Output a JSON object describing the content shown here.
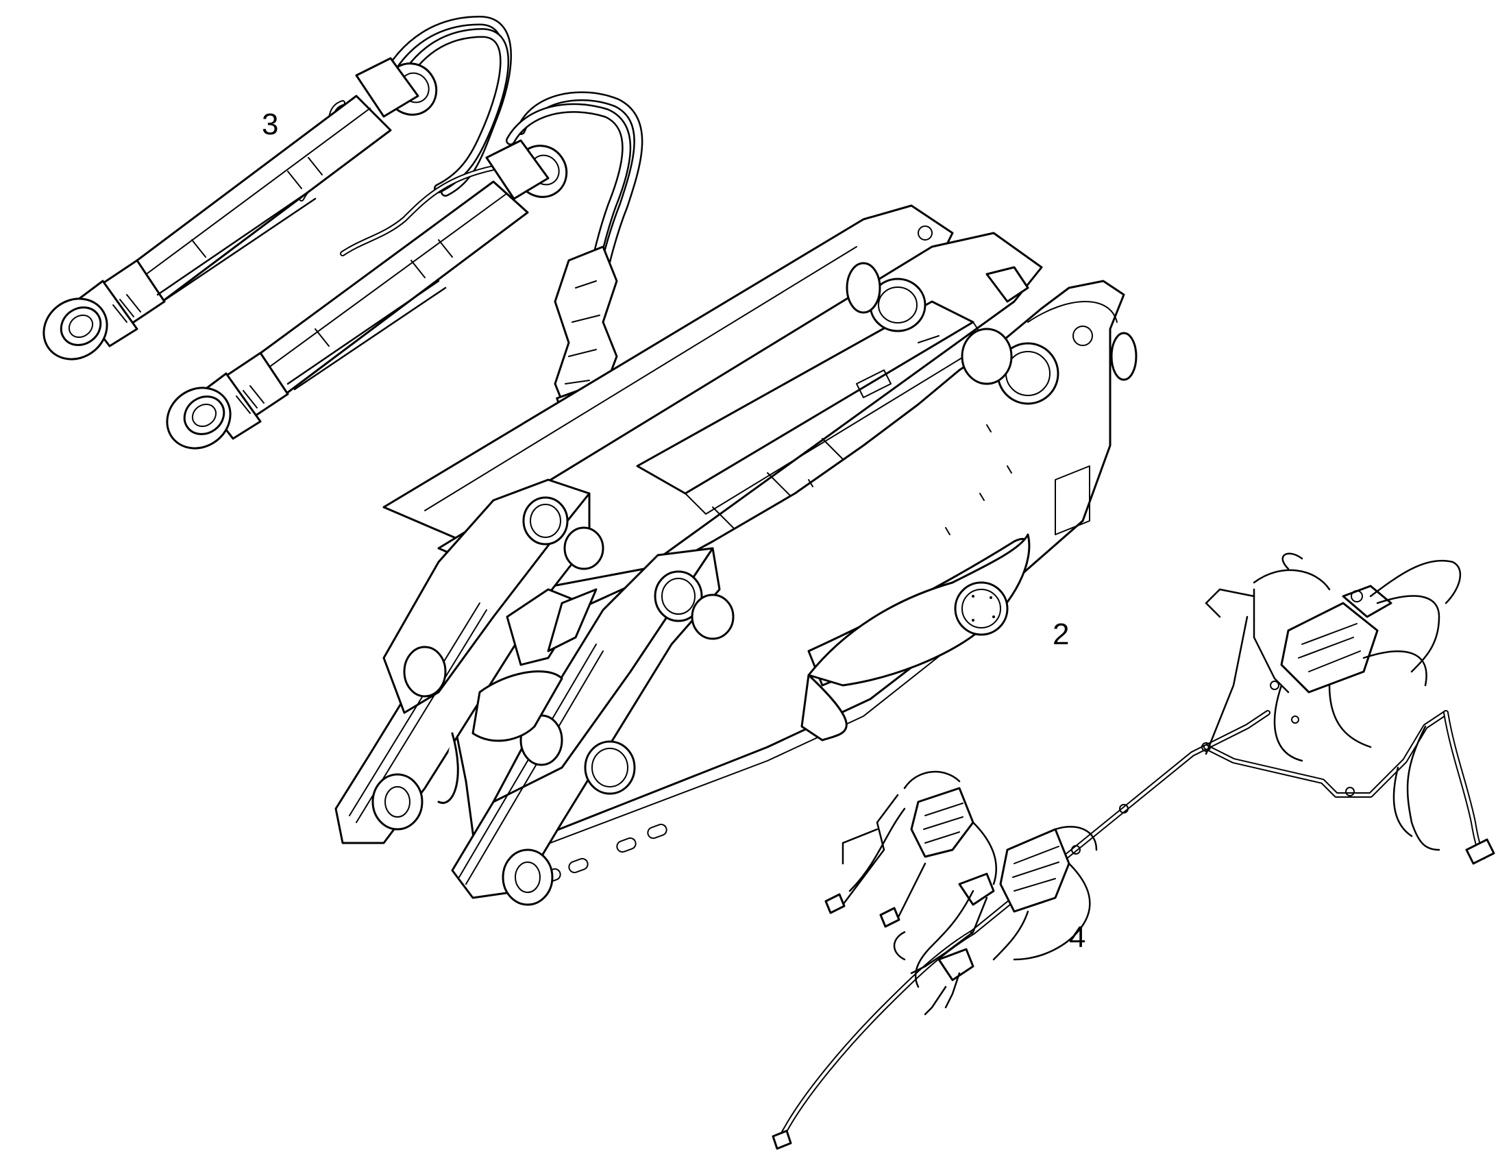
{
  "callouts": {
    "cylinders": "3",
    "boom": "2",
    "harness": "4"
  },
  "colors": {
    "line": "#000000",
    "background": "#ffffff"
  }
}
